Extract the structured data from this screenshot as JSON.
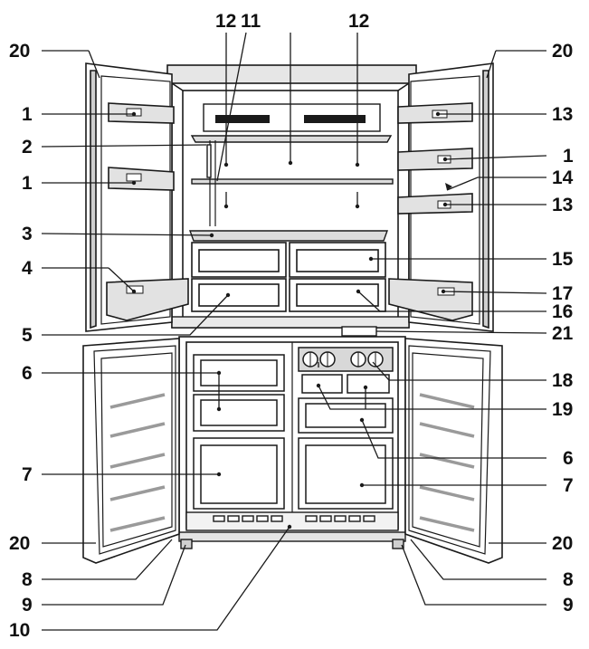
{
  "callouts": {
    "l1": "1",
    "l2": "2",
    "l3": "3",
    "l4": "4",
    "l5": "5",
    "l6": "6",
    "l7": "7",
    "l8": "8",
    "l9": "9",
    "l10": "10",
    "l11": "11",
    "l12": "12",
    "l13": "13",
    "l14": "14",
    "l15": "15",
    "l16": "16",
    "l17": "17",
    "l18": "18",
    "l19": "19",
    "l20": "20",
    "l21": "21"
  },
  "colors": {
    "line": "#1a1a1a",
    "shade": "#c8c8c8",
    "dark": "#2a2a2a",
    "paper": "#ffffff"
  }
}
